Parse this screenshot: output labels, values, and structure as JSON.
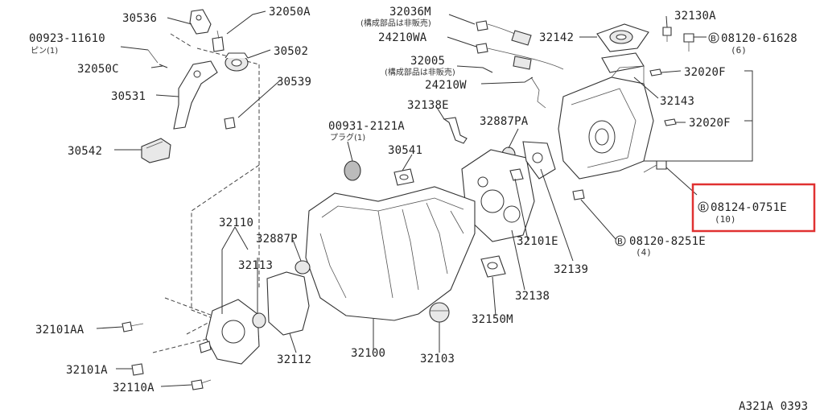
{
  "labels": {
    "p30536": "30536",
    "p32050A": "32050A",
    "p00923": "00923-11610",
    "p00923_sub": "ピン(1)",
    "p30502": "30502",
    "p32050C": "32050C",
    "p30539": "30539",
    "p30531": "30531",
    "p30542": "30542",
    "p32036M": "32036M",
    "p32036M_note": "(構成部品は非販売)",
    "p24210WA": "24210WA",
    "p32005": "32005",
    "p32005_note": "(構成部品は非販売)",
    "p24210W": "24210W",
    "p32142": "32142",
    "p32130A": "32130A",
    "p08120_61628": "08120-61628",
    "p08120_61628_qty": "(6)",
    "p32020F_1": "32020F",
    "p32143": "32143",
    "p32020F_2": "32020F",
    "p32138E": "32138E",
    "p00931": "00931-2121A",
    "p00931_sub": "プラグ(1)",
    "p32887PA": "32887PA",
    "p30541": "30541",
    "p08124": "08124-0751E",
    "p08124_qty": "(10)",
    "p32110": "32110",
    "p32887P": "32887P",
    "p32113": "32113",
    "p32101E": "32101E",
    "p08120_8251E": "08120-8251E",
    "p08120_8251E_qty": "(4)",
    "p32139": "32139",
    "p32138": "32138",
    "p32101AA": "32101AA",
    "p32150M": "32150M",
    "p32112": "32112",
    "p32100": "32100",
    "p32101A": "32101A",
    "p32103": "32103",
    "p32110A": "32110A",
    "bolt_symbol": "B",
    "drawing_ref": "A321A 0393"
  },
  "colors": {
    "highlight": "#e03131",
    "line": "#333333"
  }
}
